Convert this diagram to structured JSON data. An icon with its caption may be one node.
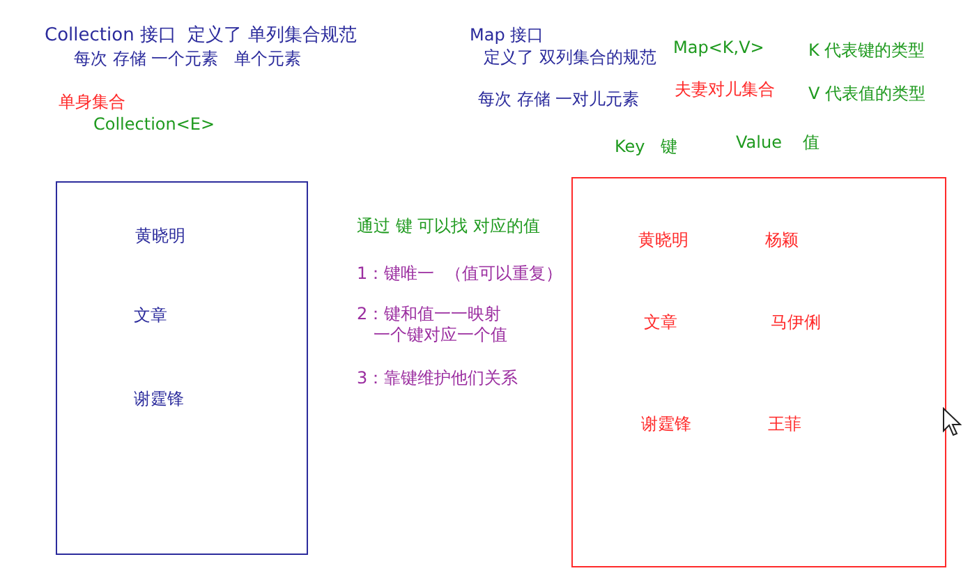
{
  "diagram": {
    "nodes": [
      {
        "text": [
          "黄晓明",
          "文章",
          "谢霆锋"
        ]
      },
      {
        "text": [
          "黄晓明",
          "杨颖",
          "文章",
          "马伊俐",
          "谢霆锋",
          "王菲"
        ]
      }
    ],
    "labels": [
      "Collection 接口  定义了 单列集合规范",
      "每次 存储 一个元素   单个元素",
      "Map 接口",
      "定义了 双列集合的规范",
      "Map<K,V>",
      "K 代表键的类型",
      "单身集合",
      "每次 存储 一对儿元素",
      "夫妻对儿集合",
      "V 代表值的类型",
      "Collection<E>",
      "Key   键",
      "Value    值",
      "通过 键 可以找 对应的值",
      "1：键唯一  （值可以重复）",
      "2：键和值一一映射一个键对应一个值",
      "3：靠键维护他们关系"
    ]
  }
}
